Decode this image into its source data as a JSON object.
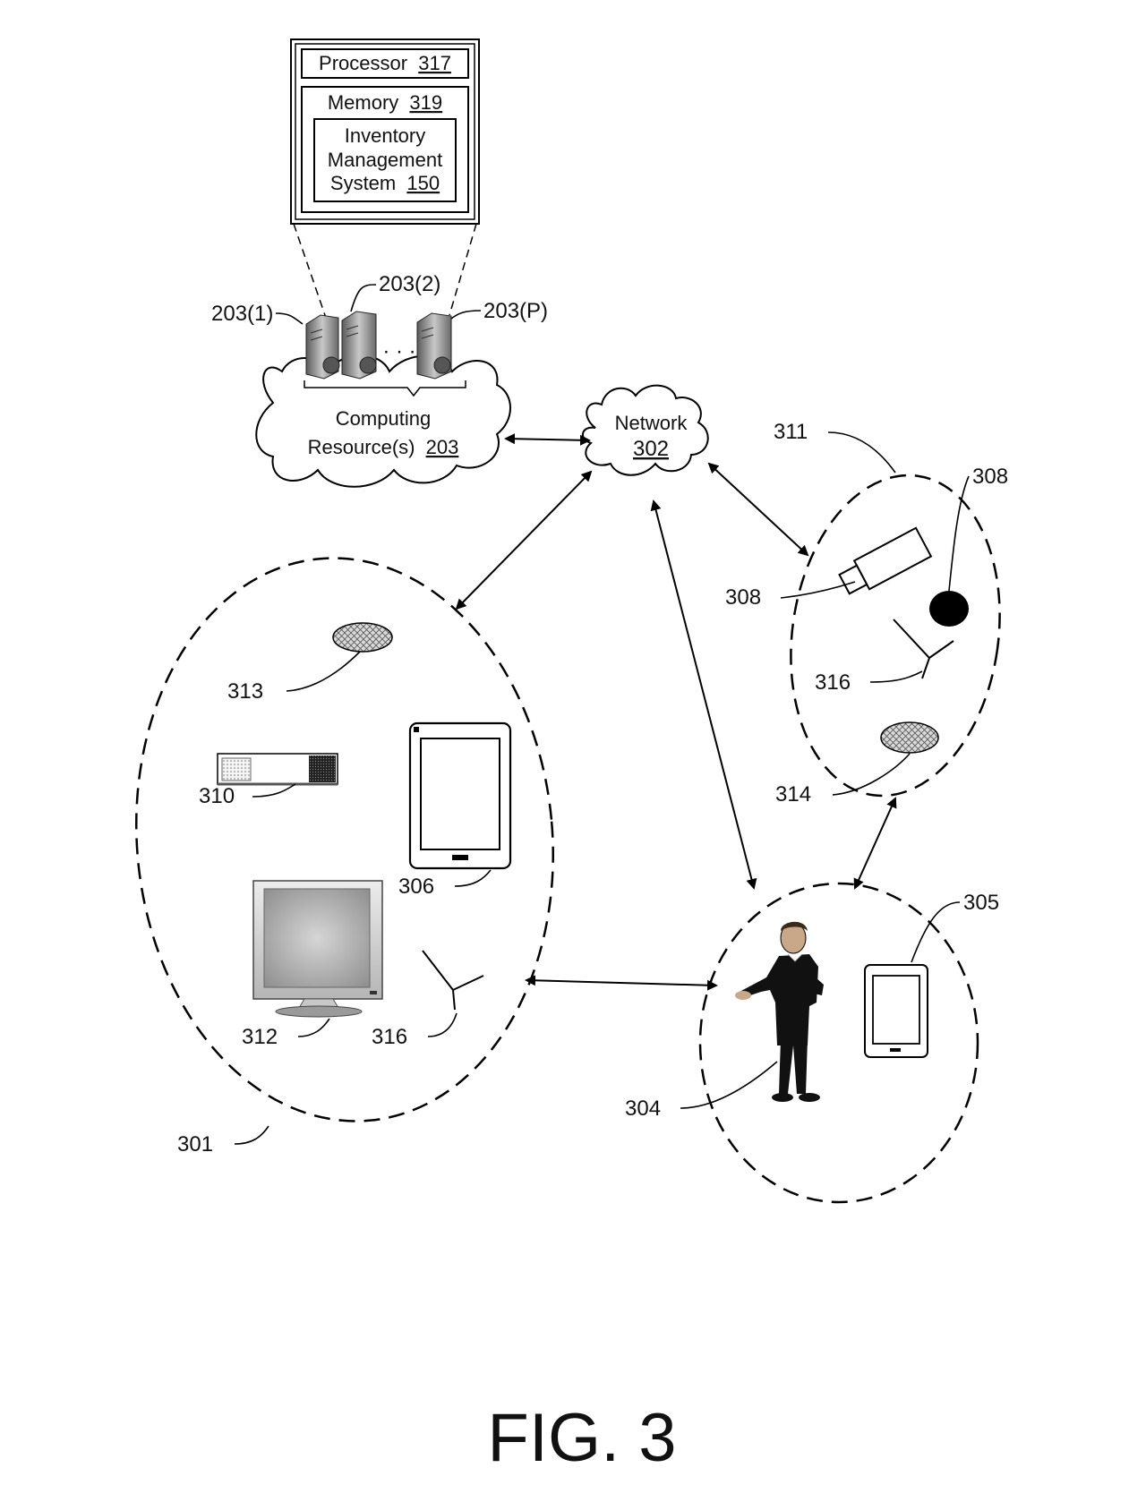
{
  "server_box": {
    "processor": {
      "text": "Processor",
      "ref": "317"
    },
    "memory": {
      "text": "Memory",
      "ref": "319"
    },
    "ims_line1": "Inventory",
    "ims_line2": "Management",
    "ims_line3_text": "System",
    "ims_ref": "150"
  },
  "servers": {
    "s1": "203(1)",
    "s2": "203(2)",
    "sp": "203(P)",
    "ellipsis": "· · ·"
  },
  "computing_cloud": {
    "line1": "Computing",
    "line2_text": "Resource(s)",
    "ref": "203"
  },
  "network_cloud": {
    "line1": "Network",
    "ref": "302"
  },
  "labels": {
    "l311": "311",
    "l308a": "308",
    "l308b": "308",
    "l316a": "316",
    "l314": "314",
    "l313": "313",
    "l310": "310",
    "l306": "306",
    "l312": "312",
    "l316b": "316",
    "l301": "301",
    "l305": "305",
    "l304": "304"
  },
  "figure_caption": "FIG. 3"
}
